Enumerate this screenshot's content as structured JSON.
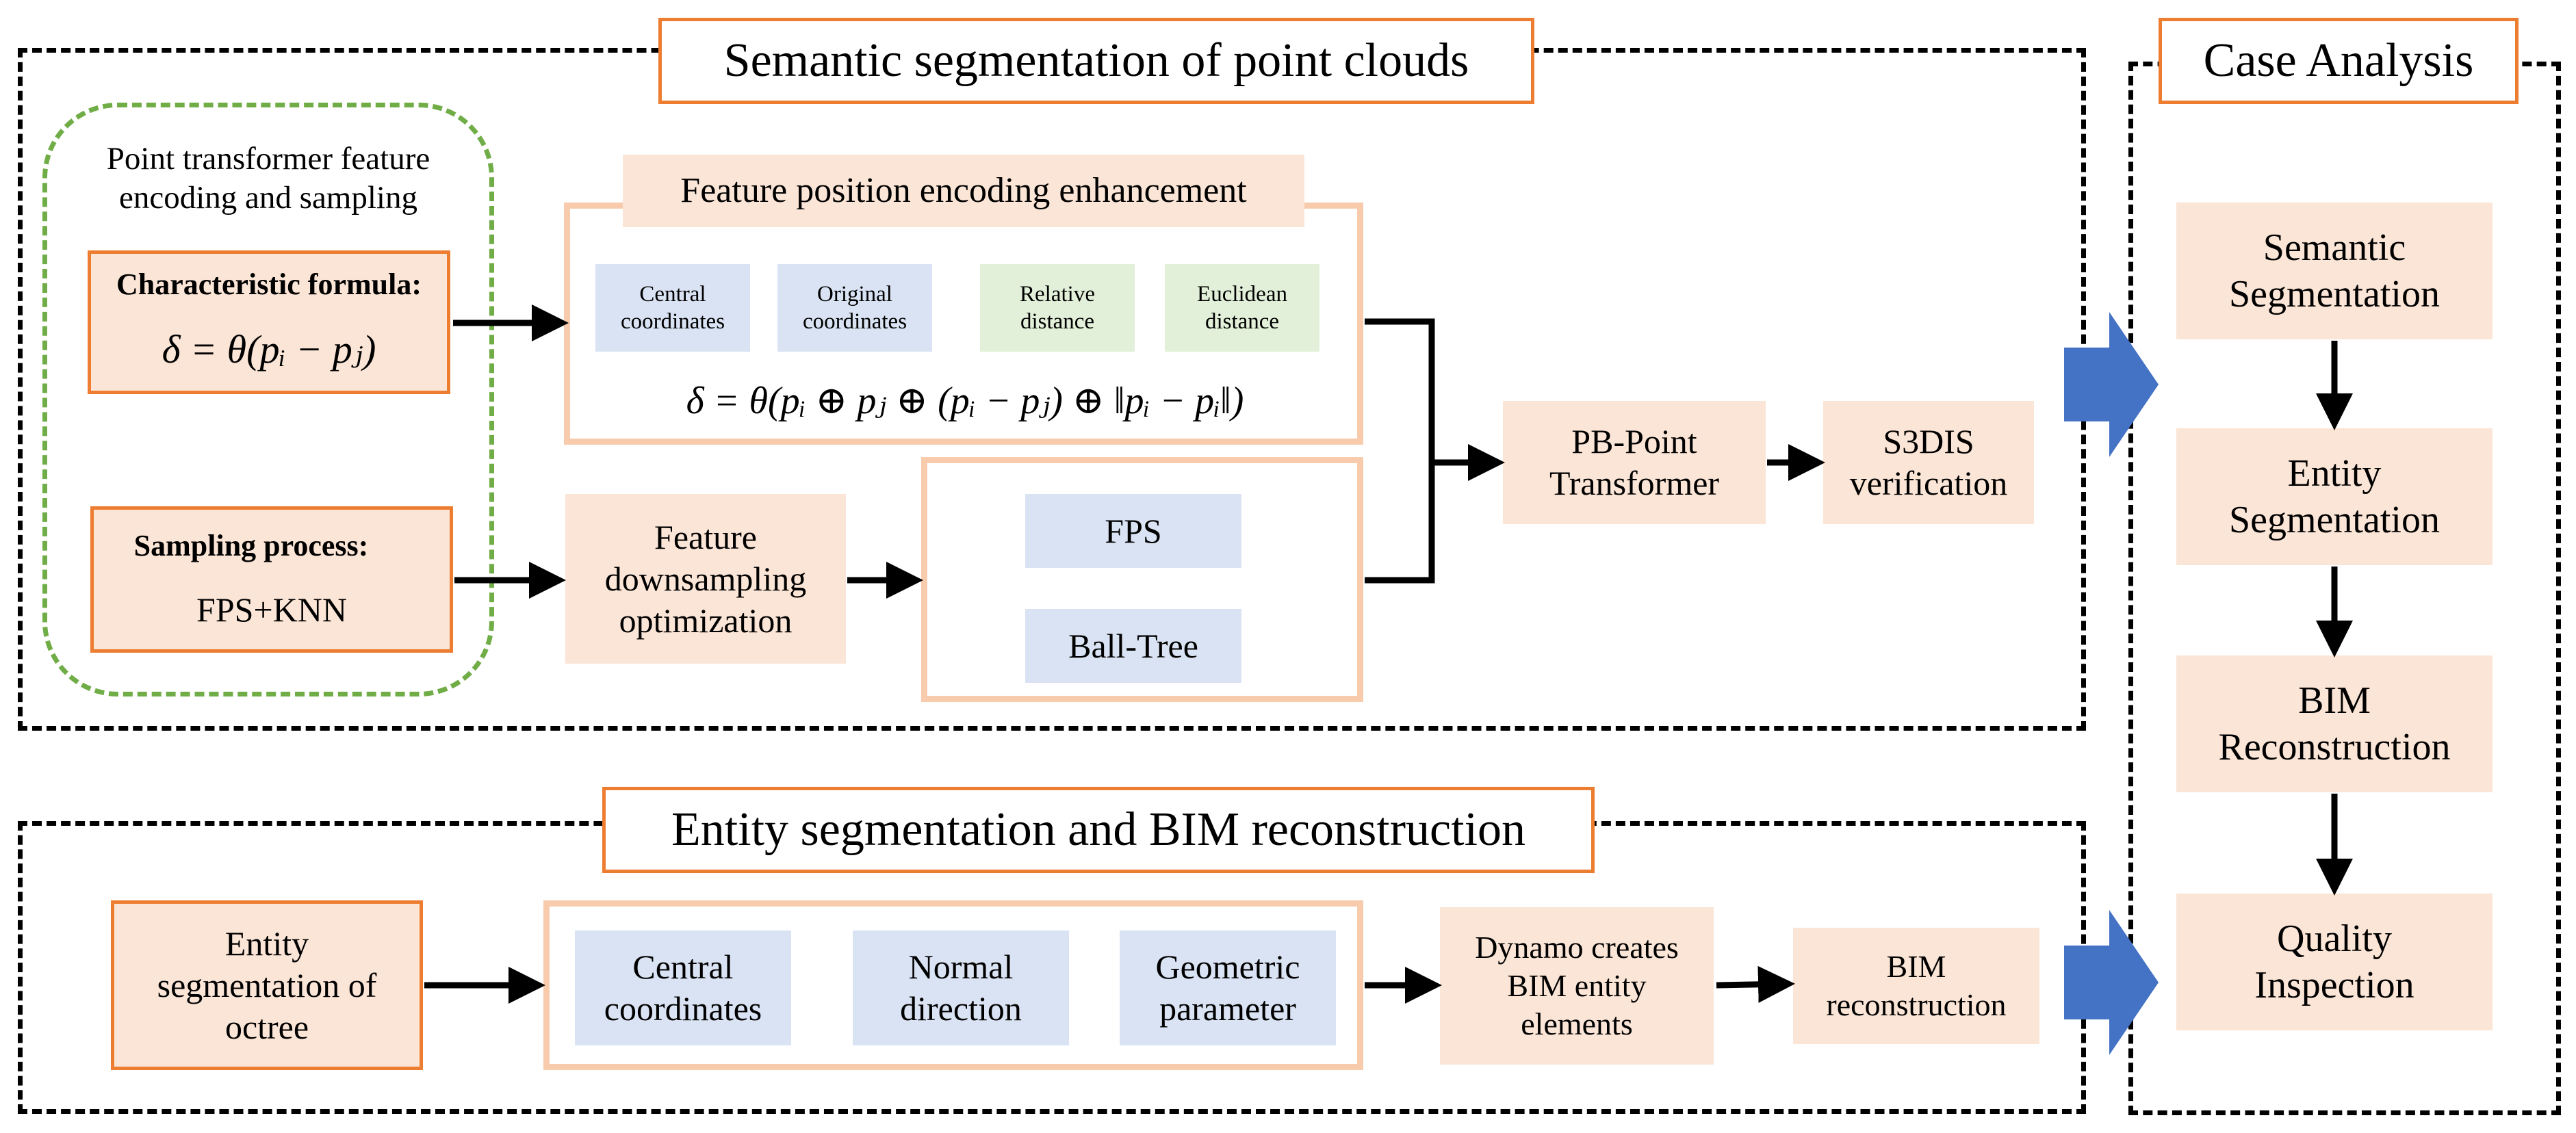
{
  "top_section": {
    "title": "Semantic segmentation of point clouds",
    "green_group_label": "Point transformer feature encoding and sampling",
    "characteristic": {
      "label": "Characteristic formula:",
      "formula": "δ = θ(pᵢ − pⱼ)"
    },
    "sampling": {
      "label": "Sampling process:",
      "value": "FPS+KNN"
    },
    "encoding": {
      "title": "Feature position encoding enhancement",
      "chips": [
        "Central coordinates",
        "Original coordinates",
        "Relative distance",
        "Euclidean distance"
      ],
      "formula": "δ = θ(pᵢ ⊕ pⱼ ⊕ (pᵢ − pⱼ) ⊕ ‖pᵢ − pᵢ‖)"
    },
    "downsampling": "Feature downsampling optimization",
    "methods": [
      "FPS",
      "Ball-Tree"
    ],
    "pb_point": "PB-Point Transformer",
    "s3dis": "S3DIS verification"
  },
  "bottom_section": {
    "title": "Entity segmentation and BIM reconstruction",
    "octree": "Entity segmentation of octree",
    "chips": [
      "Central coordinates",
      "Normal direction",
      "Geometric parameter"
    ],
    "dynamo": "Dynamo creates BIM entity elements",
    "bim_reconstruction": "BIM reconstruction"
  },
  "case_analysis": {
    "title": "Case Analysis",
    "steps": [
      "Semantic Segmentation",
      "Entity Segmentation",
      "BIM Reconstruction",
      "Quality Inspection"
    ]
  },
  "colors": {
    "orange_border": "#ed7d31",
    "peach_fill": "#fbe5d6",
    "frame": "#f8cbad",
    "chip_blue": "#dae3f3",
    "chip_green": "#e2f0d9",
    "group_green": "#70ad47",
    "block_arrow": "#4472c4"
  }
}
